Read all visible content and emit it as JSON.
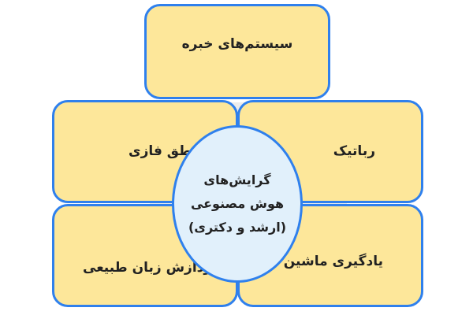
{
  "diagram": {
    "center": {
      "lines": [
        "گرایش‌های",
        "هوش مصنوعی",
        "(ارشد و دکتری)"
      ]
    },
    "boxes": {
      "top": "سیستم‌های خبره",
      "mid_left": "منطق فازی",
      "mid_right": "رباتیک",
      "bot_left": "پردازش زبان طبیعی",
      "bot_right": "یادگیری ماشین"
    }
  },
  "colors": {
    "box_fill": "#fde79a",
    "box_border": "#2f80ed",
    "center_fill": "#e1f0fb",
    "text": "#222222"
  }
}
